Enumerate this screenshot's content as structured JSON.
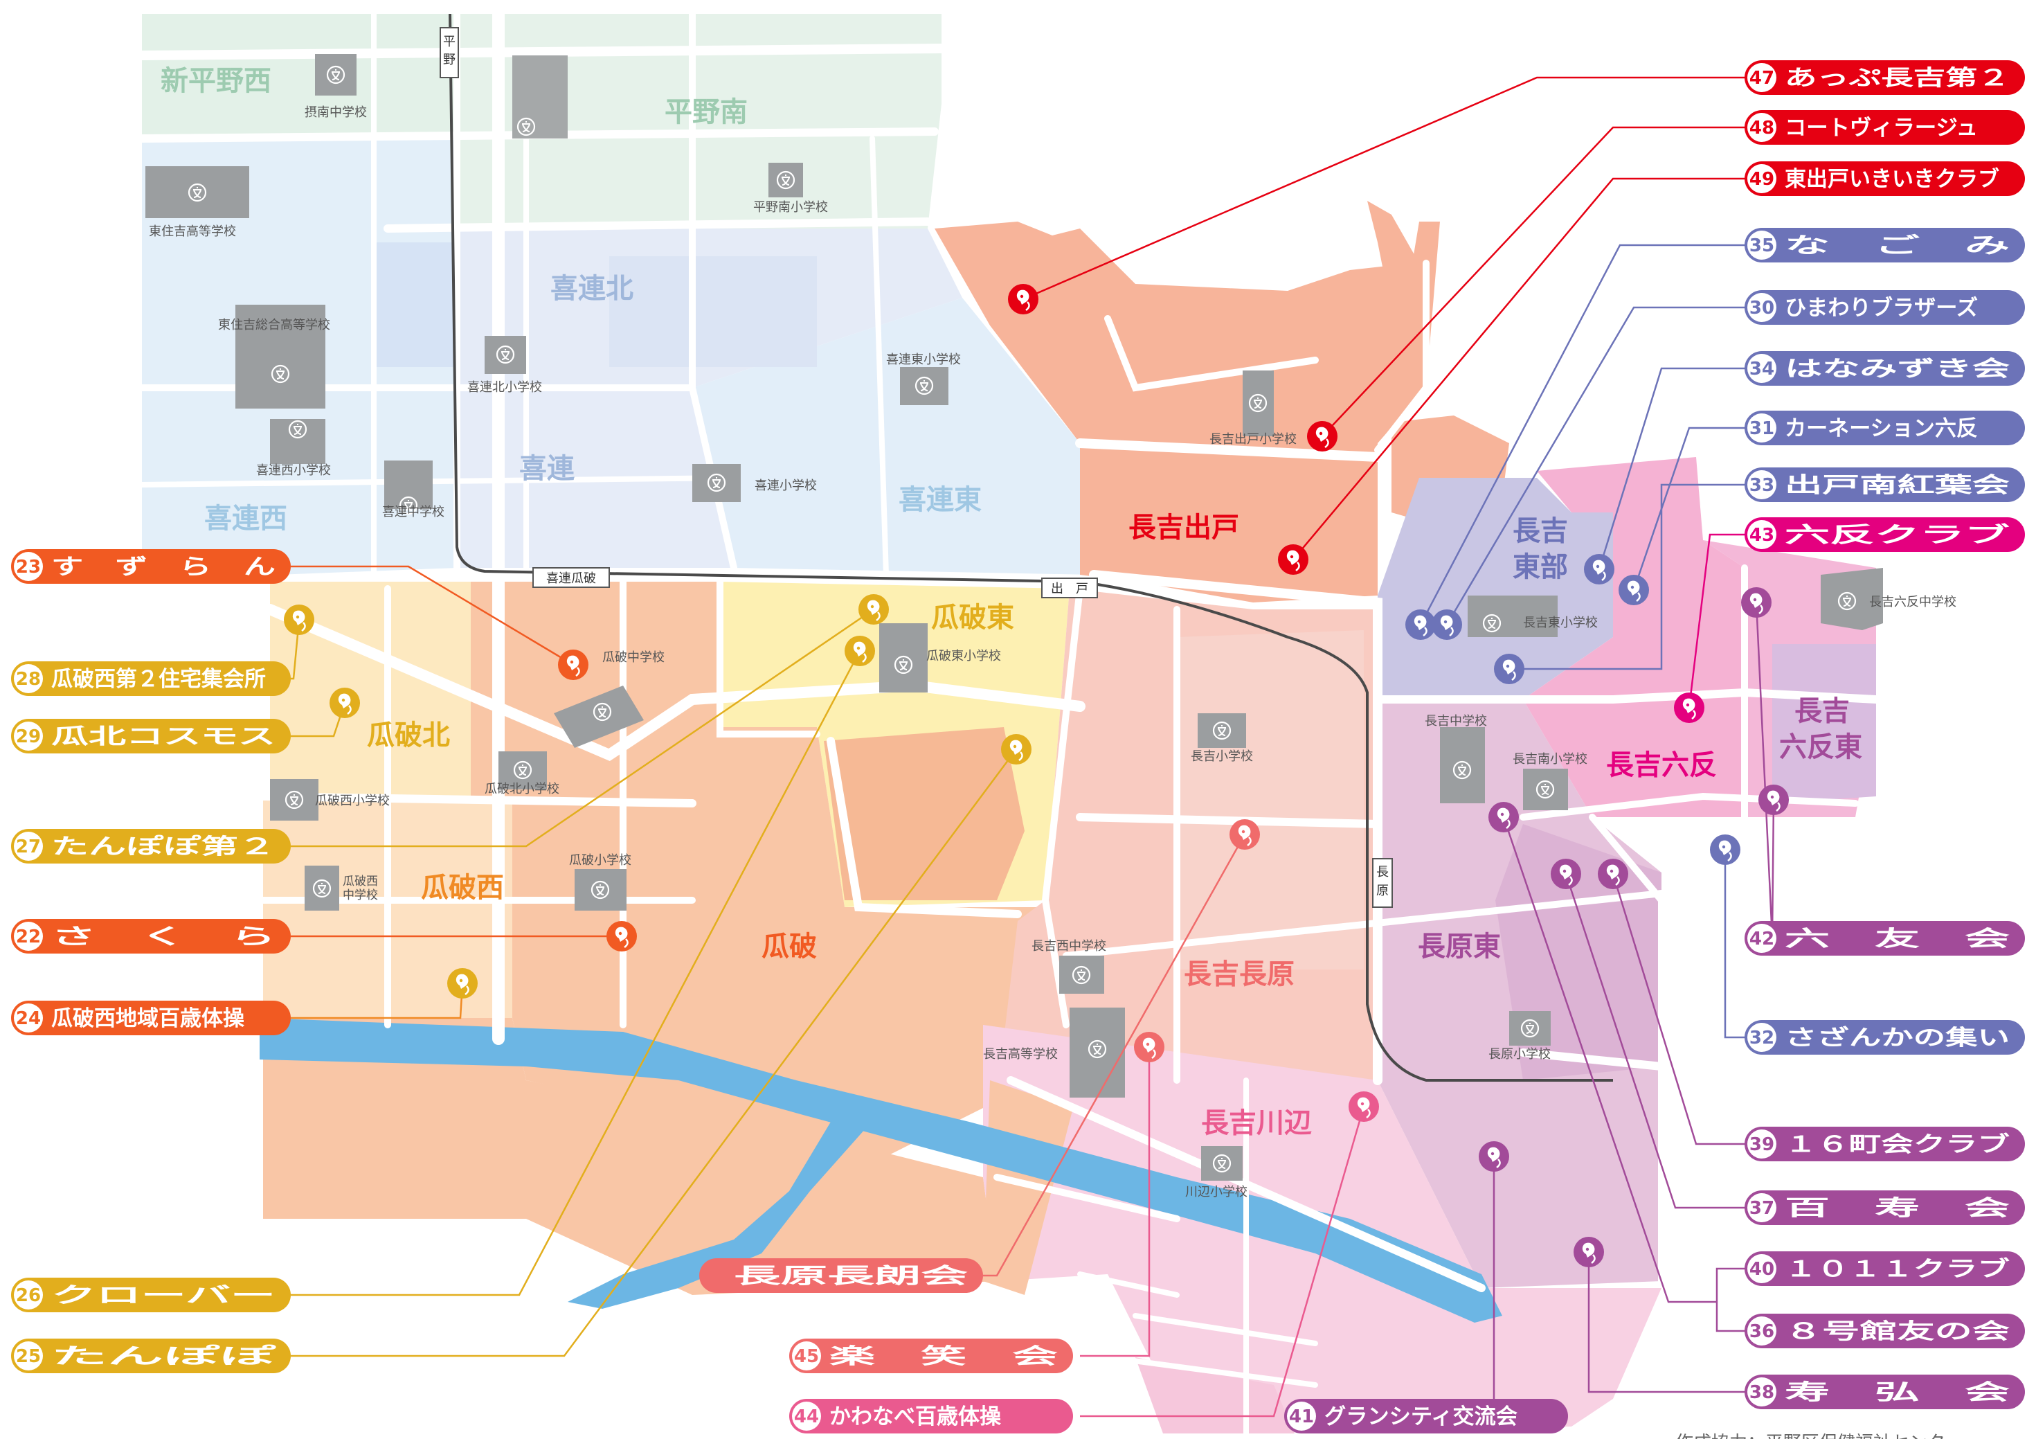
{
  "colors": {
    "orange": "#f15a22",
    "yellow": "#e2ae1d",
    "red": "#e60012",
    "blue": "#6c73b8",
    "magenta": "#e4007f",
    "purple": "#a24b99",
    "pink_badge": "#ea5a8f",
    "salmon": "#f06b6b",
    "water": "#6cb6e4"
  },
  "districts": [
    {
      "name": "新平野西",
      "color": "#9dcbb0"
    },
    {
      "name": "平野南",
      "color": "#9dcbb0"
    },
    {
      "name": "喜連北",
      "color": "#9fb7db"
    },
    {
      "name": "喜連",
      "color": "#9fb7db"
    },
    {
      "name": "喜連西",
      "color": "#9fc7e3"
    },
    {
      "name": "喜連東",
      "color": "#9fc7e3"
    },
    {
      "name": "長吉出戸",
      "color": "#e60012"
    },
    {
      "name": "長吉\n東部",
      "color": "#6c73b8"
    },
    {
      "name": "長吉\n六反東",
      "color": "#a24b99"
    },
    {
      "name": "長吉六反",
      "color": "#e4007f"
    },
    {
      "name": "瓜破東",
      "color": "#e2ae1d"
    },
    {
      "name": "瓜破北",
      "color": "#e2ae1d"
    },
    {
      "name": "瓜破西",
      "color": "#f08a24"
    },
    {
      "name": "瓜破",
      "color": "#f15a22"
    },
    {
      "name": "長吉長原",
      "color": "#f06b6b"
    },
    {
      "name": "長原東",
      "color": "#a24b99"
    },
    {
      "name": "長吉川辺",
      "color": "#ea5a8f"
    }
  ],
  "schools": [
    "摂南中学校",
    "東住吉高等学校",
    "平野南小学校",
    "東住吉総合高等学校",
    "喜連北小学校",
    "喜連東小学校",
    "喜連西小学校",
    "喜連中学校",
    "喜連小学校",
    "長吉出戸小学校",
    "長吉東小学校",
    "長吉六反中学校",
    "瓜破中学校",
    "瓜破東小学校",
    "長吉中学校",
    "長吉南小学校",
    "長吉小学校",
    "瓜破北小学校",
    "瓜破西小学校",
    "瓜破小学校",
    "瓜破西\n中学校",
    "長吉西中学校",
    "長吉高等学校",
    "長原小学校",
    "川辺小学校"
  ],
  "roads": [
    "平\n野",
    "喜連瓜破",
    "出　戸",
    "長\n原"
  ],
  "groups": [
    {
      "num": "47",
      "name": "あっぷ長吉第２",
      "spaced": true
    },
    {
      "num": "48",
      "name": "コートヴィラージュ"
    },
    {
      "num": "49",
      "name": "東出戸いきいきクラブ"
    },
    {
      "num": "35",
      "name": "な　ご　み",
      "spaced": true
    },
    {
      "num": "30",
      "name": "ひまわりブラザーズ"
    },
    {
      "num": "34",
      "name": "はなみずき会",
      "spaced": true
    },
    {
      "num": "31",
      "name": "カーネーション六反"
    },
    {
      "num": "33",
      "name": "出戸南紅葉会",
      "spaced": true
    },
    {
      "num": "43",
      "name": "六反クラブ",
      "spaced": true
    },
    {
      "num": "42",
      "name": "六　友　会",
      "spaced": true
    },
    {
      "num": "32",
      "name": "さざんかの集い",
      "spaced": true
    },
    {
      "num": "39",
      "name": "１６町会クラブ",
      "spaced": true
    },
    {
      "num": "37",
      "name": "百　寿　会",
      "spaced": true
    },
    {
      "num": "40",
      "name": "１０１１クラブ",
      "spaced": true
    },
    {
      "num": "36",
      "name": "８号館友の会",
      "spaced": true
    },
    {
      "num": "38",
      "name": "寿　弘　会",
      "spaced": true
    },
    {
      "num": "23",
      "name": "す　ず　ら　ん",
      "spaced": true
    },
    {
      "num": "28",
      "name": "瓜破西第２住宅集会所"
    },
    {
      "num": "29",
      "name": "瓜北コスモス",
      "spaced": true
    },
    {
      "num": "27",
      "name": "たんぽぽ第２",
      "spaced": true
    },
    {
      "num": "22",
      "name": "さ　く　ら",
      "spaced": true
    },
    {
      "num": "24",
      "name": "瓜破西地域百歳体操"
    },
    {
      "num": "26",
      "name": "クローバー",
      "spaced": true
    },
    {
      "num": "25",
      "name": "たんぽぽ",
      "spaced": true
    },
    {
      "num": "",
      "name": "長原長朗会",
      "spaced": true
    },
    {
      "num": "45",
      "name": "楽　笑　会",
      "spaced": true
    },
    {
      "num": "44",
      "name": "かわなべ百歳体操"
    },
    {
      "num": "41",
      "name": "グランシティ交流会"
    }
  ],
  "footer": "作成協力：平野区保健福祉センター"
}
